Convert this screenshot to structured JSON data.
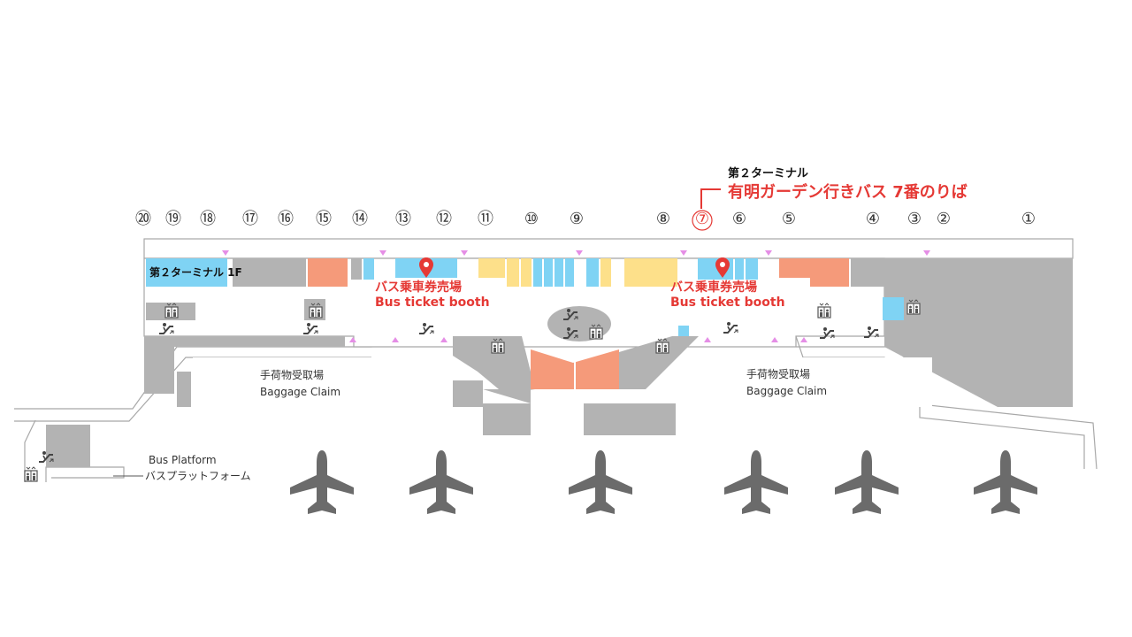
{
  "header": {
    "terminal": "第２ターミナル",
    "route": "有明ガーデン行きバス 7番のりば"
  },
  "floor_label": "第２ターミナル 1F",
  "gates": [
    "⑳",
    "⑲",
    "⑱",
    "⑰",
    "⑯",
    "⑮",
    "⑭",
    "⑬",
    "⑫",
    "⑪",
    "⑩",
    "⑨",
    "⑧",
    "⑦",
    "⑥",
    "⑤",
    "④",
    "③",
    "②",
    "①"
  ],
  "highlighted_gate": "⑦",
  "ticket_booths": [
    {
      "jp": "バス乗車券売場",
      "en": "Bus ticket booth"
    },
    {
      "jp": "バス乗車券売場",
      "en": "Bus ticket booth"
    }
  ],
  "baggage_claims": [
    {
      "jp": "手荷物受取場",
      "en": "Baggage Claim"
    },
    {
      "jp": "手荷物受取場",
      "en": "Baggage Claim"
    }
  ],
  "bus_platform": {
    "en": "Bus Platform",
    "jp": "バスプラットフォーム"
  },
  "icons": [
    "airplane-icon",
    "elevator-icon",
    "escalator-icon",
    "map-pin-icon",
    "triangle-marker-icon"
  ],
  "colors": {
    "highlight": "#e53935",
    "area_gray": "#b3b3b3",
    "area_blue": "#7fd3f4",
    "area_yellow": "#fde08a",
    "area_salmon": "#f59a7a",
    "outline": "#a8a8a8",
    "plane": "#6b6b6b"
  }
}
